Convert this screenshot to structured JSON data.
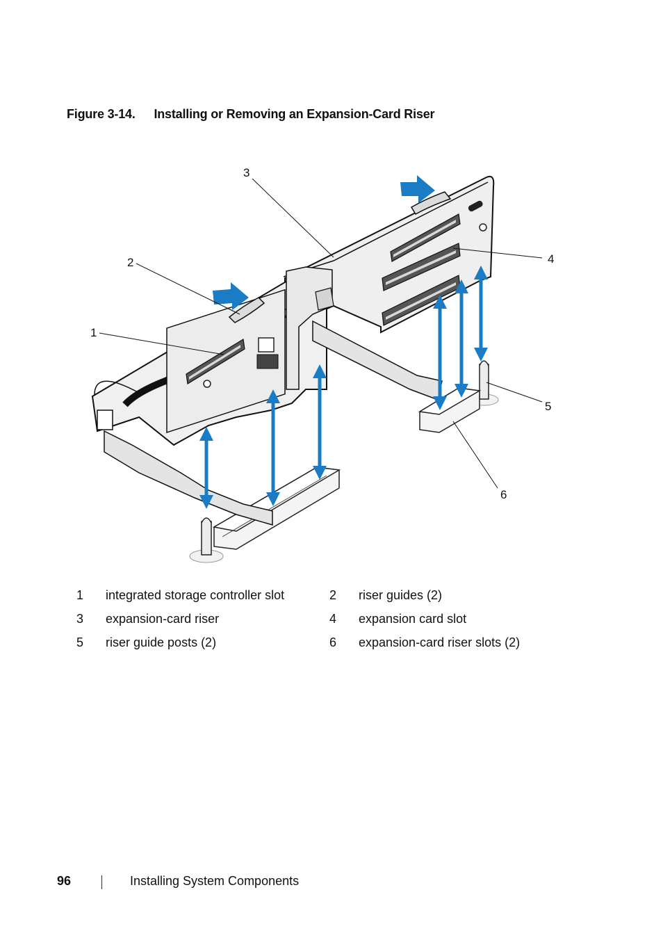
{
  "figure": {
    "number": "Figure 3-14.",
    "title": "Installing or Removing an Expansion-Card Riser",
    "callouts": [
      "1",
      "2",
      "3",
      "4",
      "5",
      "6"
    ]
  },
  "legend": [
    {
      "num_a": "1",
      "text_a": "integrated storage controller slot",
      "num_b": "2",
      "text_b": "riser guides (2)"
    },
    {
      "num_a": "3",
      "text_a": "expansion-card riser",
      "num_b": "4",
      "text_b": "expansion card slot"
    },
    {
      "num_a": "5",
      "text_a": "riser guide posts (2)",
      "num_b": "6",
      "text_b": "expansion-card riser slots (2)"
    }
  ],
  "footer": {
    "page_number": "96",
    "section": "Installing System Components"
  },
  "colors": {
    "arrow_blue": "#1a7cc4",
    "outline": "#111111"
  }
}
